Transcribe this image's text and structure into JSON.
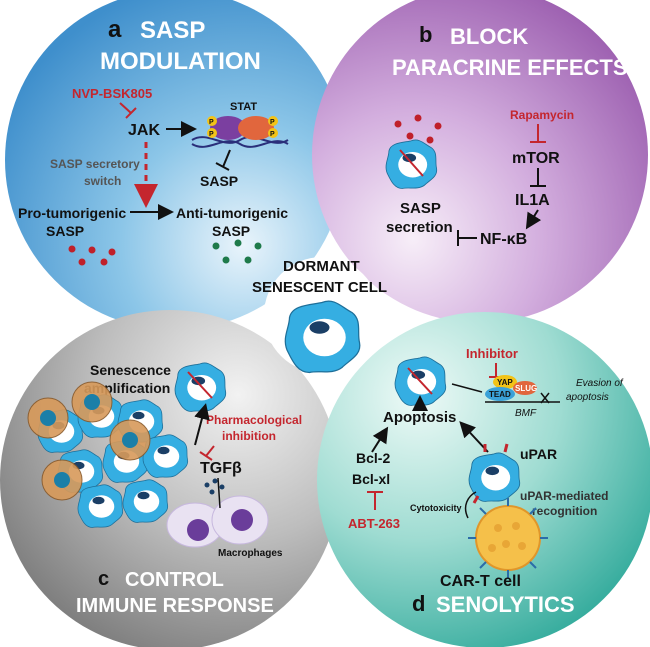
{
  "center": {
    "line1": "DORMANT",
    "line2": "SENESCENT CELL"
  },
  "panel_a": {
    "letter": "a",
    "title1": "SASP",
    "title2": "MODULATION",
    "drug": "NVP-BSK805",
    "jak": "JAK",
    "stat": "STAT",
    "p": "P",
    "sasp": "SASP",
    "switch1": "SASP secretory",
    "switch2": "switch",
    "pro1": "Pro-tumorigenic",
    "pro2": "SASP",
    "anti1": "Anti-tumorigenic",
    "anti2": "SASP"
  },
  "panel_b": {
    "letter": "b",
    "title1": "BLOCK",
    "title2": "PARACRINE EFFECTS",
    "drug": "Rapamycin",
    "mtor": "mTOR",
    "il1a": "IL1A",
    "nfkb": "NF-κB",
    "sasp1": "SASP",
    "sasp2": "secretion"
  },
  "panel_c": {
    "letter": "c",
    "title1": "CONTROL",
    "title2": "IMMUNE RESPONSE",
    "amp1": "Senescence",
    "amp2": "amplification",
    "pharm1": "Pharmacological",
    "pharm2": "inhibition",
    "tgfb": "TGFβ",
    "macro": "Macrophages"
  },
  "panel_d": {
    "letter": "d",
    "title": "SENOLYTICS",
    "inhibitor": "Inhibitor",
    "yap": "YAP",
    "tead": "TEAD",
    "slug": "SLUG",
    "evasion1": "Evasion of",
    "evasion2": "apoptosis",
    "bmf": "BMF",
    "apoptosis": "Apoptosis",
    "bcl2": "Bcl-2",
    "bclxl": "Bcl-xl",
    "abt": "ABT-263",
    "upar": "uPAR",
    "upar_rec1": "uPAR-mediated",
    "upar_rec2": "recognition",
    "cytotox": "Cytotoxicity",
    "cart": "CAR-T cell"
  },
  "colors": {
    "panel_a": "#5fb0dc",
    "panel_b": "#b47cc1",
    "panel_c": "#9c9c9c",
    "panel_d": "#4cc0b0",
    "drug_red": "#c4262e",
    "cell_blue": "#3bb0e0",
    "title_white": "#ffffff",
    "sasp_red": "#c0202a",
    "sasp_green": "#1e7a4a"
  }
}
